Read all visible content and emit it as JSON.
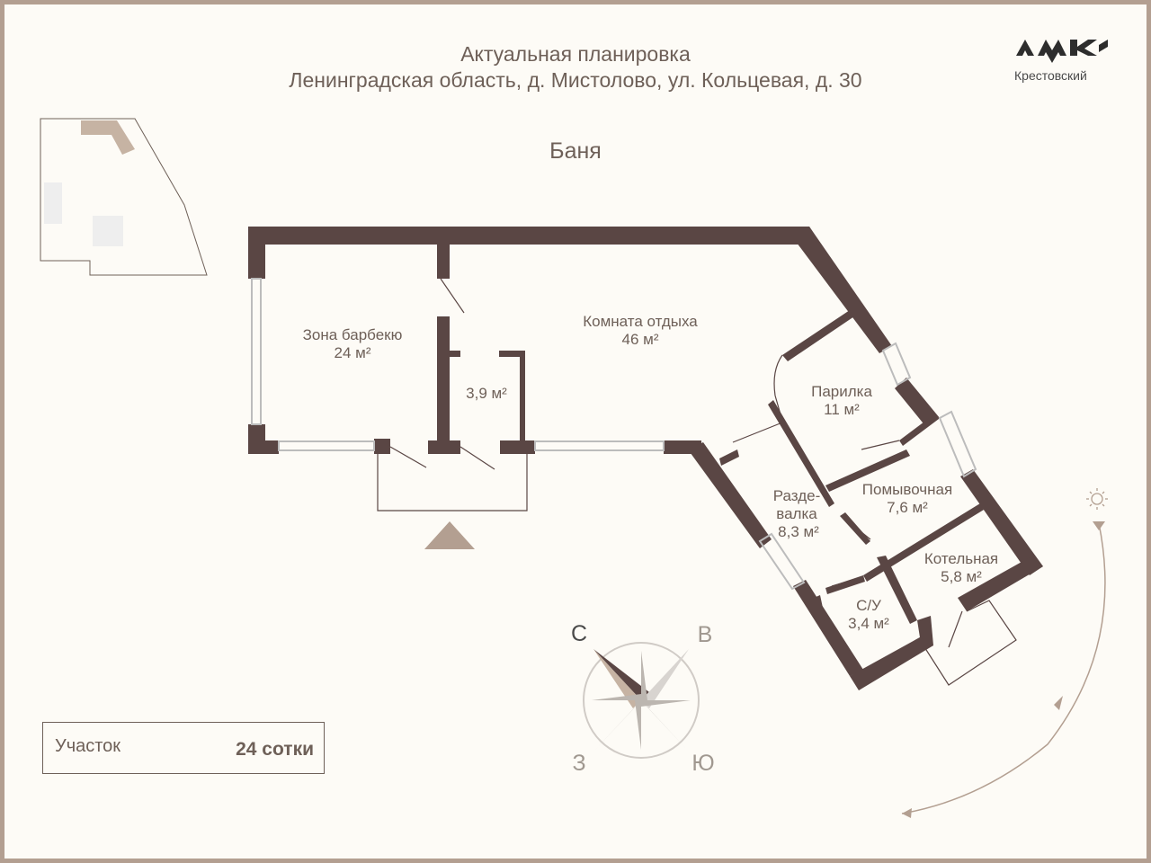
{
  "header": {
    "title": "Актуальная планировка",
    "address": "Ленинградская область, д. Мистолово, ул. Кольцевая, д. 30"
  },
  "logo": {
    "text": "Крестовский",
    "icon": "krestovsky-logo-icon"
  },
  "building": {
    "title": "Баня"
  },
  "rooms": [
    {
      "name": "Зона барбекю",
      "area": "24 м²"
    },
    {
      "name": "Комната отдыха",
      "area": "46 м²"
    },
    {
      "name": "",
      "area": "3,9 м²"
    },
    {
      "name": "Парилка",
      "area": "11 м²"
    },
    {
      "name_line1": "Разде-",
      "name_line2": "валка",
      "area": "8,3 м²"
    },
    {
      "name": "Помывочная",
      "area": "7,6 м²"
    },
    {
      "name": "Котельная",
      "area": "5,8 м²"
    },
    {
      "name": "С/У",
      "area": "3,4 м²"
    }
  ],
  "compass": {
    "north": "С",
    "east": "В",
    "west": "З",
    "south": "Ю"
  },
  "plot": {
    "label": "Участок",
    "value": "24 сотки"
  },
  "icons": {
    "sun": "sun-icon",
    "moon": "moon-icon",
    "entrance": "entrance-arrow-icon",
    "compass": "compass-rose-icon"
  },
  "colors": {
    "wall": "#5a4644",
    "accent": "#b39f91",
    "text": "#6e6058"
  }
}
